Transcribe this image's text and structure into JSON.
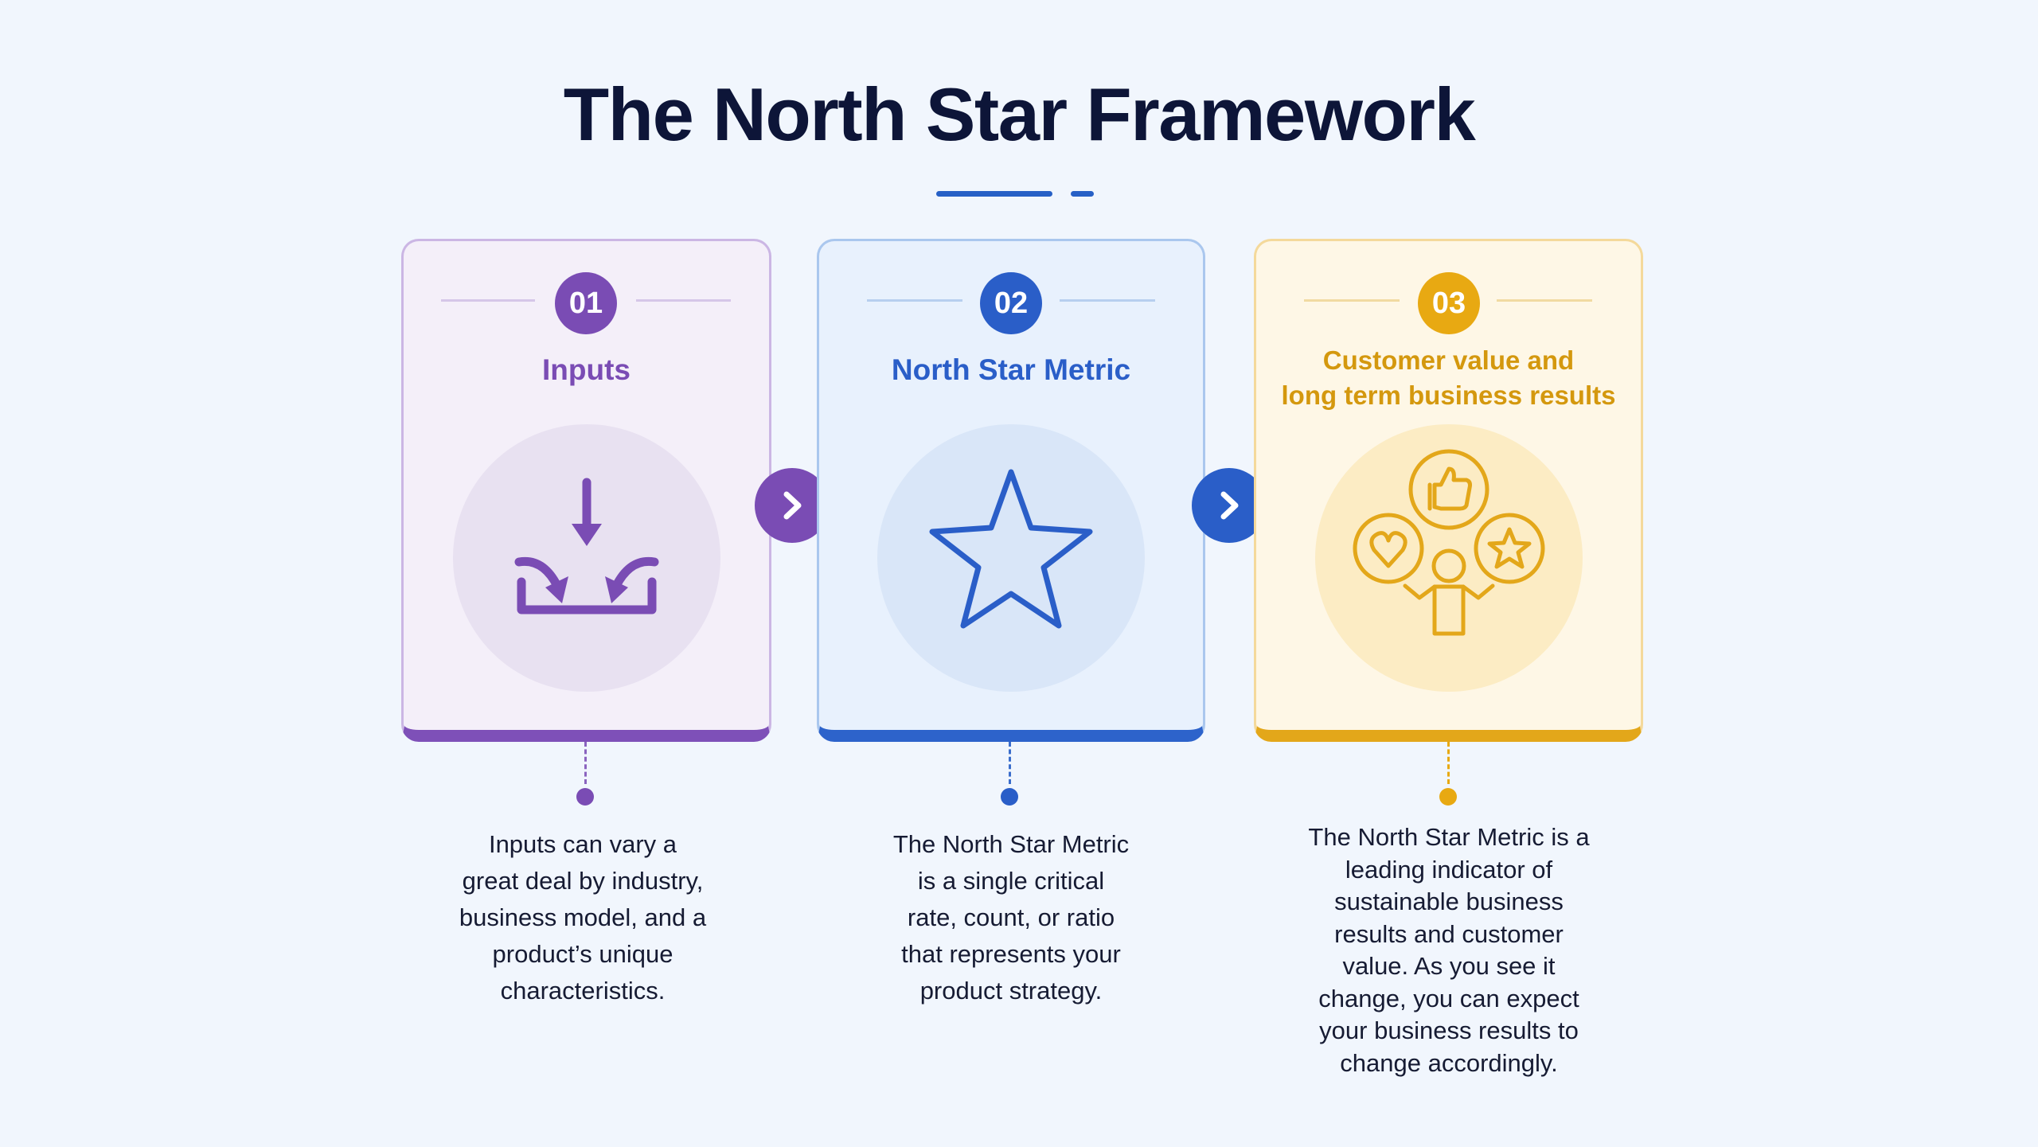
{
  "title": "The North Star Framework",
  "steps": [
    {
      "number": "01",
      "title": "Inputs",
      "icon": "inbox-download-icon",
      "color": "#7a4cb4",
      "description": "Inputs can vary a\ngreat deal by industry,\nbusiness model, and a\nproduct’s unique\ncharacteristics."
    },
    {
      "number": "02",
      "title": "North Star Metric",
      "icon": "star-icon",
      "color": "#2a5ec8",
      "description": "The North Star Metric\nis a single critical\nrate, count, or ratio\nthat represents your\nproduct strategy."
    },
    {
      "number": "03",
      "title": "Customer value and\nlong term business results",
      "icon": "customer-value-icon",
      "color": "#e8a912",
      "description": "The North Star Metric is a\nleading indicator of\nsustainable business\nresults and customer\nvalue. As you see it\nchange, you can expect\nyour business results to\nchange accordingly."
    }
  ],
  "connectors": [
    {
      "icon": "chevron-right-icon",
      "color": "#7a4cb4"
    },
    {
      "icon": "chevron-right-icon",
      "color": "#2a5ec8"
    }
  ]
}
